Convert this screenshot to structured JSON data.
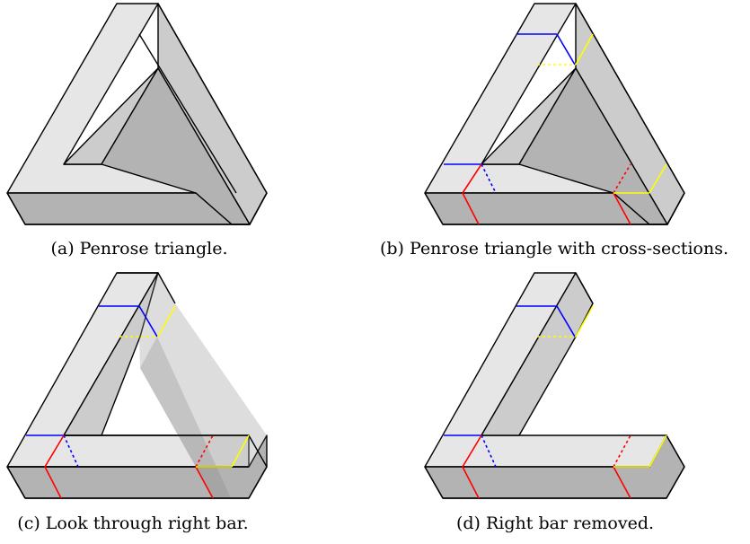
{
  "colors": {
    "face_light": "#e6e6e6",
    "face_mid": "#cccccc",
    "face_dark": "#b3b3b3",
    "edge": "#000000",
    "section_blue": "#0000ff",
    "section_red": "#ff0000",
    "section_yellow": "#ffff00"
  },
  "figure": {
    "panels": [
      {
        "id": "a",
        "caption": "(a) Penrose triangle."
      },
      {
        "id": "b",
        "caption": "(b) Penrose triangle with cross-sections."
      },
      {
        "id": "c",
        "caption": "(c) Look through right bar."
      },
      {
        "id": "d",
        "caption": "(d) Right bar removed."
      }
    ]
  }
}
